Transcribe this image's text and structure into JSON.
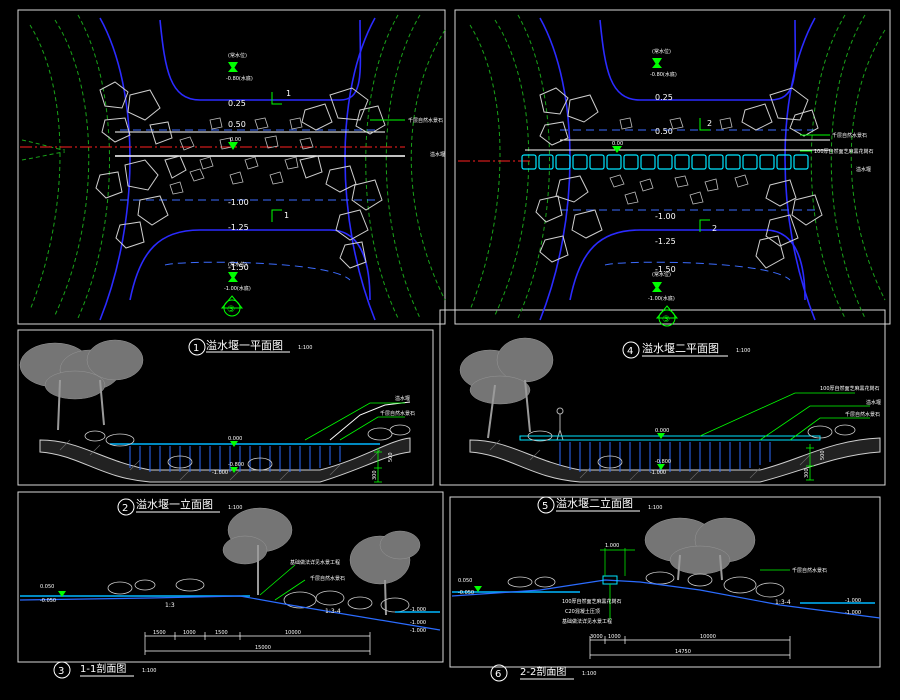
{
  "colors": {
    "background": "#000000",
    "frame": "#d9d9d9",
    "contour_blue": "#2b2bff",
    "contour_dashed_blue": "#3c6cff",
    "contour_green": "#19a319",
    "water_line": "#00b7ff",
    "weir_cyan": "#00e5ff",
    "leader_green": "#00ff00",
    "axis_red": "#ff2020",
    "rock_white": "#cfcfcf",
    "tree_grey": "#9a9a9a",
    "dim_white": "#ffffff"
  },
  "plan1": {
    "top_level": "(常水位)",
    "top_level2": "-0.80(水底)",
    "bottom_level": "(常水位)",
    "bottom_level2": "-1.00(水底)",
    "contours": [
      "0.25",
      "0.50",
      "-1.00",
      "-1.25",
      "-1.50"
    ],
    "section_mark_top": "1",
    "section_mark_bottom": "1",
    "note_stone": "千层自然水景石",
    "note_weir": "溢水堰",
    "weir_level": "0.00",
    "north_no": "③"
  },
  "plan2": {
    "top_level": "(常水位)",
    "top_level2": "-0.80(水底)",
    "bottom_level": "(常水位)",
    "bottom_level2": "-1.00(水底)",
    "contours": [
      "0.25",
      "0.50",
      "-1.00",
      "-1.25",
      "-1.50"
    ],
    "section_mark_top": "2",
    "section_mark_bottom": "2",
    "note_stone": "千层自然水景石",
    "note_deck": "100厚自然面芝麻黑花岗石",
    "note_weir": "溢水堰",
    "weir_level": "0.00",
    "north_no": "③"
  },
  "titles": {
    "t1_no": "1",
    "t1_text": "溢水堰一平面图",
    "t1_scale": "1:100",
    "t2_no": "4",
    "t2_text": "溢水堰二平面图",
    "t2_scale": "1:100",
    "t3_no": "2",
    "t3_text": "溢水堰一立面图",
    "t3_scale": "1:100",
    "t4_no": "5",
    "t4_text": "溢水堰二立面图",
    "t4_scale": "1:100",
    "t5_no": "3",
    "t5_text": "1-1剖面图",
    "t5_scale": "1:100",
    "t6_no": "6",
    "t6_text": "2-2剖面图",
    "t6_scale": "1:100"
  },
  "elev1": {
    "note_weir": "溢水堰",
    "note_stone": "千层自然水景石",
    "level_top": "0.000",
    "level_mid": "-0.800",
    "level_low": "-1.000",
    "dim1": "500",
    "dim2": "300"
  },
  "elev2": {
    "note_deck": "100厚自然面芝麻黑花岗石",
    "note_weir": "溢水堰",
    "note_stone": "千层自然水景石",
    "level_top": "0.000",
    "level_mid": "-0.800",
    "level_low": "-1.000",
    "dim1": "500",
    "dim2": "300"
  },
  "sect1": {
    "note1": "基础做法详见水景工程",
    "note2": "千层自然水景石",
    "lvl_left": "0.050",
    "lvl_left2": "-0.050",
    "lvl_right": "-1.000",
    "lvl_right2": "-1.000",
    "lvl_right3": "-1.000",
    "slope1": "1:3",
    "slope2": "1:3-4",
    "dims": [
      "1500",
      "1000",
      "1500",
      "10000"
    ],
    "dim_total": "15000"
  },
  "sect2": {
    "dim_top": "1.000",
    "notes": [
      "100厚自然面芝麻黑花岗石",
      "C20混凝土压顶",
      "基础做法详见水景工程"
    ],
    "note_stone": "千层自然水景石",
    "lvl_left": "0.050",
    "lvl_left2": "-0.050",
    "lvl_right": "-1.000",
    "lvl_right2": "-1.000",
    "slope": "1:3-4",
    "dims": [
      "3000",
      "1000",
      "10000"
    ],
    "dim_total": "14750"
  }
}
